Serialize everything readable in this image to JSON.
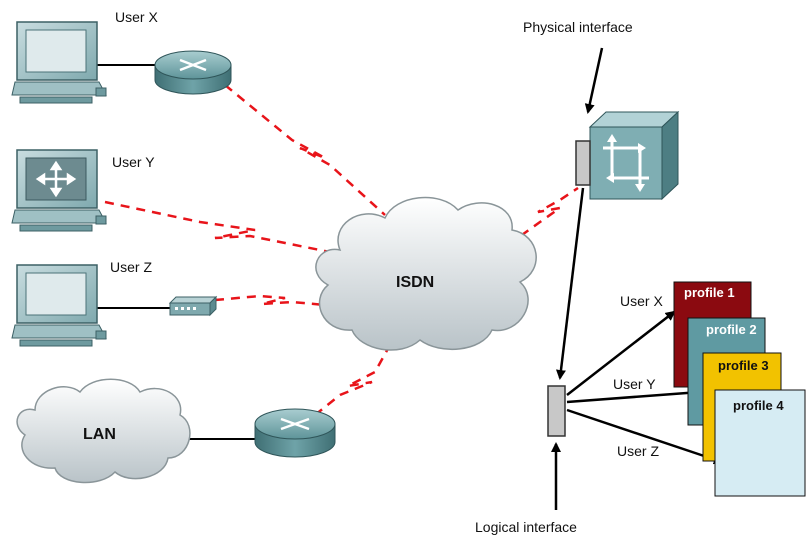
{
  "users": {
    "x": "User X",
    "y": "User Y",
    "z": "User Z"
  },
  "clouds": {
    "isdn": "ISDN",
    "lan": "LAN"
  },
  "interfaces": {
    "physical": "Physical interface",
    "logical": "Logical interface"
  },
  "profiles": [
    {
      "label": "profile 1",
      "color": "#8b0a10",
      "text_color": "#ffffff"
    },
    {
      "label": "profile 2",
      "color": "#5f9aa2",
      "text_color": "#ffffff"
    },
    {
      "label": "profile 3",
      "color": "#f2c200",
      "text_color": "#111111"
    },
    {
      "label": "profile 4",
      "color": "#d6ecf3",
      "text_color": "#111111"
    }
  ],
  "profile_arrows": {
    "x": "User X",
    "y": "User Y",
    "z": "User Z"
  },
  "colors": {
    "isdn_link": "#e8141a",
    "device_teal": "#6fa3a8"
  }
}
